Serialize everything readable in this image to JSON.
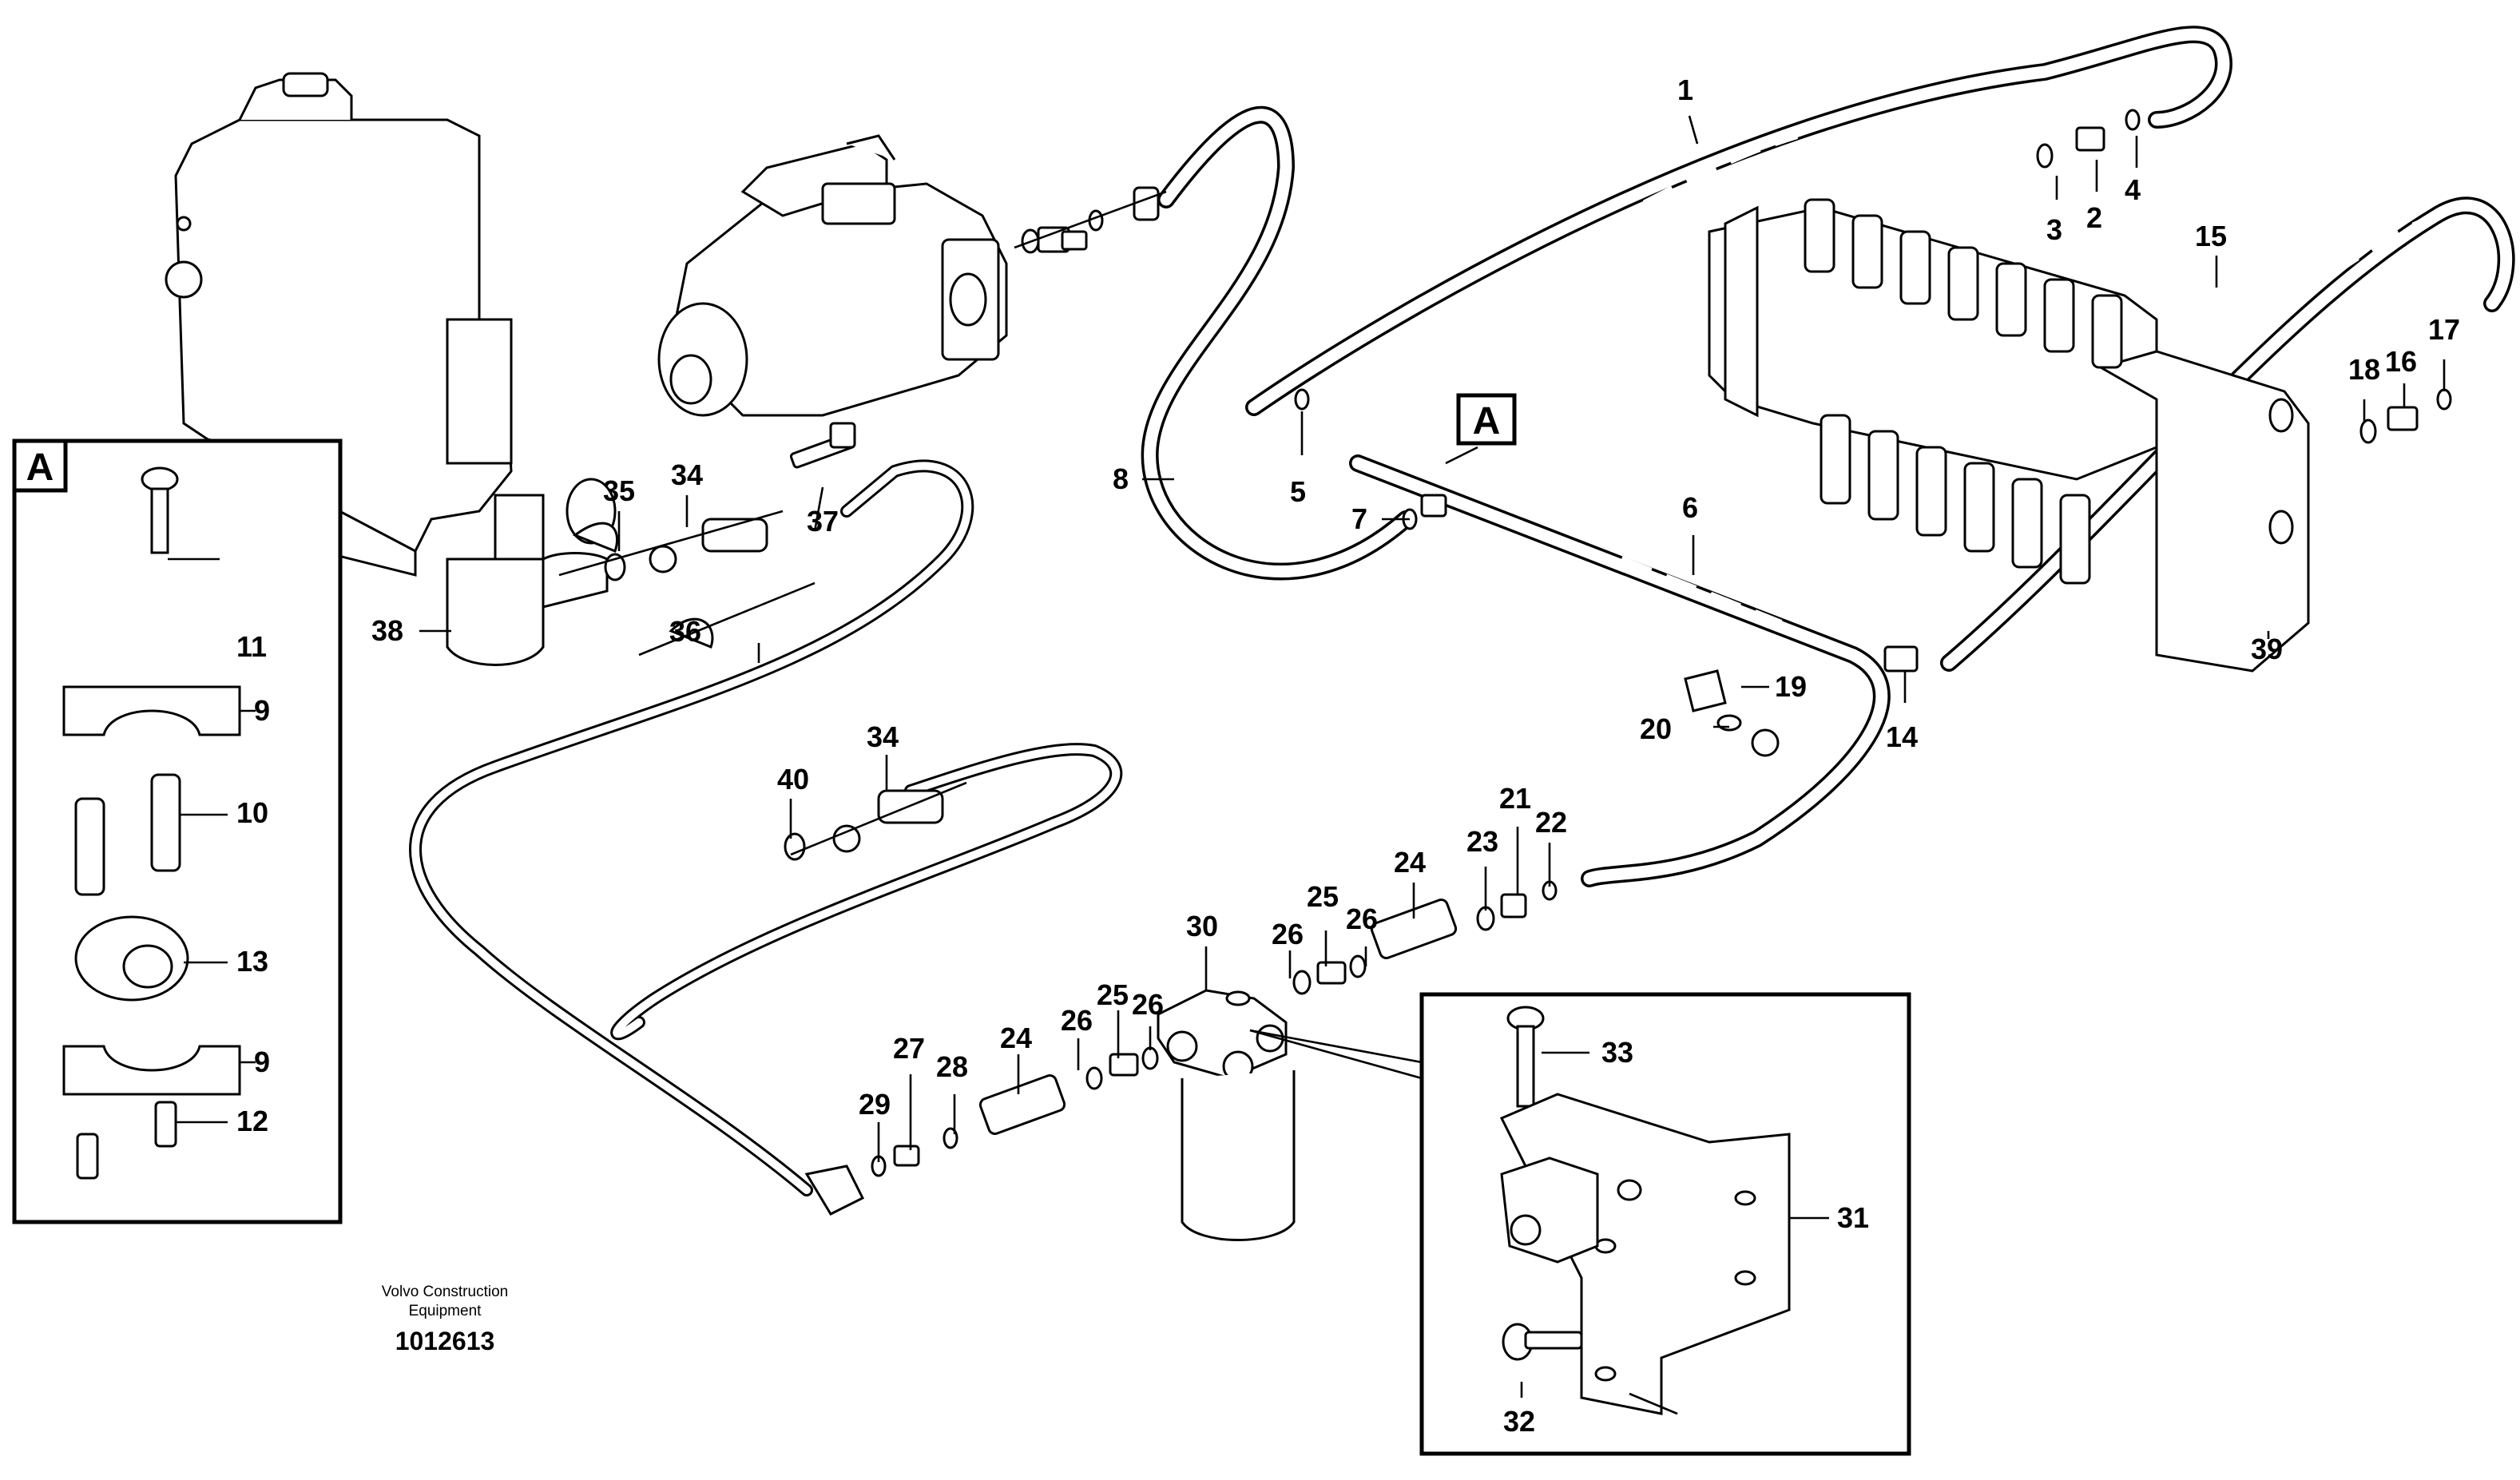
{
  "callouts": [
    "1",
    "2",
    "3",
    "4",
    "5",
    "6",
    "7",
    "8",
    "14",
    "15",
    "16",
    "17",
    "18",
    "19",
    "20",
    "21",
    "22",
    "23",
    "24",
    "24",
    "25",
    "25",
    "26",
    "26",
    "26",
    "26",
    "27",
    "28",
    "29",
    "30",
    "31",
    "32",
    "33",
    "34",
    "34",
    "35",
    "36",
    "37",
    "38",
    "39",
    "40"
  ],
  "inset_a": {
    "tag": "A",
    "labels": [
      "11",
      "9",
      "10",
      "13",
      "9",
      "12"
    ]
  },
  "view_marker": "A",
  "inset_bracket": {
    "labels": [
      "33",
      "31",
      "32"
    ]
  },
  "caption": {
    "line1": "Volvo Construction",
    "line2": "Equipment",
    "doc_number": "1012613"
  }
}
